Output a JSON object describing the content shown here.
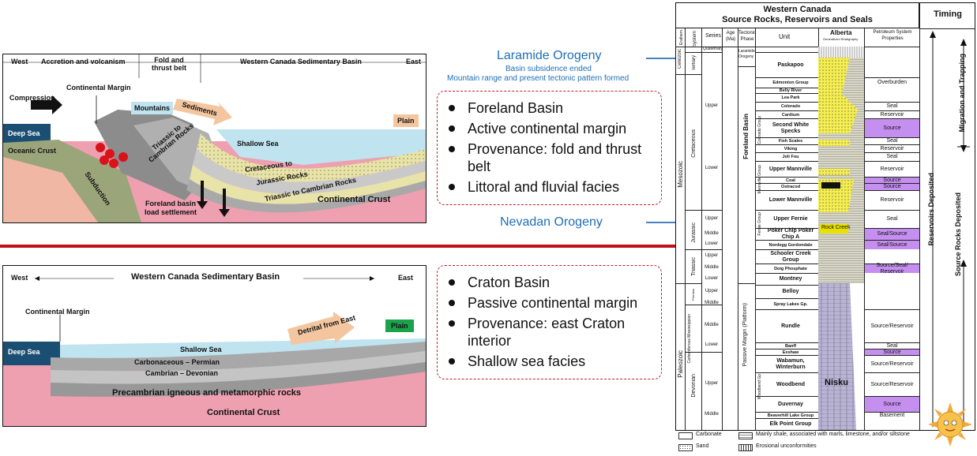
{
  "top_section": {
    "header_west": "West",
    "header_accretion": "Accretion and volcanism",
    "header_fold": "Fold and thrust belt",
    "header_wcsb": "Western Canada Sedimentary Basin",
    "header_east": "East",
    "continental_margin": "Continental Margin",
    "compression": "Compression",
    "mountains": "Mountains",
    "sediments": "Sediments",
    "plain": "Plain",
    "deep_sea": "Deep Sea",
    "oceanic_crust": "Oceanic Crust",
    "subduction": "Subduction",
    "triassic_cambrian_rocks": "Triassic to Cambrian Rocks",
    "shallow_sea": "Shallow Sea",
    "cretaceous": "Cretaceous to",
    "jurassic_rocks": "Jurassic Rocks",
    "triassic_cambrian": "Triassic to Cambrian Rocks",
    "foreland_settlement": "Foreland basin load settlement",
    "continental_crust": "Continental Crust"
  },
  "bottom_section": {
    "header_west": "West",
    "header_wcsb": "Western Canada Sedimentary Basin",
    "header_east": "East",
    "continental_margin": "Continental Margin",
    "detrital": "Detrital from East",
    "plain": "Plain",
    "deep_sea": "Deep Sea",
    "shallow_sea": "Shallow Sea",
    "carbonaceous_permian": "Carbonaceous – Permian",
    "cambrian_devonian": "Cambrian – Devonian",
    "precambrian": "Precambrian igneous and metamorphic rocks",
    "continental_crust": "Continental Crust"
  },
  "laramide": {
    "title": "Laramide Orogeny",
    "line1": "Basin subsidence ended",
    "line2": "Mountain range and present tectonic pattern formed"
  },
  "nevadan": {
    "title": "Nevadan Orogeny"
  },
  "foreland_bullets": [
    "Foreland Basin",
    "Active continental margin",
    "Provenance: fold and thrust belt",
    "Littoral and fluvial facies"
  ],
  "craton_bullets": [
    "Craton Basin",
    "Passive continental margin",
    "Provenance: east Craton interior",
    "Shallow sea facies"
  ],
  "strat_table": {
    "title_line1": "Western Canada",
    "title_line2": "Source Rocks, Reservoirs and Seals",
    "timing": "Timing",
    "col_era": "Erathem",
    "col_system": "System",
    "col_series": "Series",
    "col_age": "Age (Ma)",
    "col_tectonic": "Tectonic Phase",
    "col_unit": "Unit",
    "col_alberta": "Alberta",
    "col_alberta_sub": "Generalized Stratigraphy",
    "col_petroleum": "Petroleum System Properties",
    "eras": [
      "Cenozoic",
      "Mesozoic",
      "Paleozoic"
    ],
    "systems": [
      "Quaternary",
      "Tertiary",
      "Cretaceous",
      "Jurassic",
      "Triassic",
      "Permian",
      "Carboniferous Mississippian",
      "Devonian"
    ],
    "tectonic_laramide": "Laramide Orogeny",
    "tectonic_foreland": "Foreland Basin",
    "tectonic_passive": "Passive Margin (Platform)",
    "groups": [
      "Colorado Group",
      "Mannville Group",
      "Fernie Group",
      "Woodbend Gp"
    ],
    "rock_creek": "Rock Creek",
    "nisku": "Nisku",
    "migration": "Migration and Trapping",
    "reservoirs_deposited": "Reservoirs Deposited",
    "source_rocks_deposited": "Source Rocks Deposited",
    "rows": [
      {
        "series": "",
        "unit": "Paskapoo",
        "prop": ""
      },
      {
        "series": "",
        "unit": "Edmonton Group",
        "prop": "Overburden"
      },
      {
        "series": "",
        "unit": "Belly River",
        "prop": ""
      },
      {
        "series": "",
        "unit": "Lea Park",
        "prop": ""
      },
      {
        "series": "Upper",
        "unit": "Colorado",
        "prop": "Seal"
      },
      {
        "series": "",
        "unit": "Cardium",
        "prop": "Reservoir"
      },
      {
        "series": "",
        "unit": "Second White Specks",
        "prop": "Source"
      },
      {
        "series": "",
        "unit": "Fish Scales",
        "prop": "Seal"
      },
      {
        "series": "",
        "unit": "Viking",
        "prop": "Reservoir"
      },
      {
        "series": "",
        "unit": "Joli Fou",
        "prop": "Seal"
      },
      {
        "series": "Lower",
        "unit": "Upper Mannville",
        "prop": "Reservoir"
      },
      {
        "series": "",
        "unit": "Coal",
        "prop": "Source"
      },
      {
        "series": "",
        "unit": "Ostracod",
        "prop": "Source"
      },
      {
        "series": "",
        "unit": "Lower Mannville",
        "prop": "Reservoir"
      },
      {
        "series": "Upper",
        "unit": "Upper Fernie",
        "prop": "Seal"
      },
      {
        "series": "Middle",
        "unit": "Poker Chip Poker Chip A",
        "prop": "Seal/Source"
      },
      {
        "series": "Lower",
        "unit": "Nordegg Gordondale",
        "prop": "Seal/Source"
      },
      {
        "series": "Upper",
        "unit": "Schooler Creek Group",
        "prop": ""
      },
      {
        "series": "Middle",
        "unit": "Doig Phosphate",
        "prop": "Source/Seal/ Reservoir"
      },
      {
        "series": "Lower",
        "unit": "Montney",
        "prop": ""
      },
      {
        "series": "Upper",
        "unit": "Belloy",
        "prop": ""
      },
      {
        "series": "Middle",
        "unit": "Spray Lakes Gp.",
        "prop": ""
      },
      {
        "series": "Middle",
        "unit": "Rundle",
        "prop": "Source/Reservoir"
      },
      {
        "series": "Lower",
        "unit": "Banff",
        "prop": "Seal"
      },
      {
        "series": "",
        "unit": "Exshaw",
        "prop": "Source"
      },
      {
        "series": "",
        "unit": "Wabamun, Winterburn",
        "prop": "Source/Reservoir"
      },
      {
        "series": "Upper",
        "unit": "Woodbend",
        "prop": "Source/Reservoir"
      },
      {
        "series": "",
        "unit": "Duvernay",
        "prop": "Source"
      },
      {
        "series": "Middle",
        "unit": "Beaverhill Lake Group",
        "prop": "Basement"
      },
      {
        "series": "",
        "unit": "Elk Point Group",
        "prop": ""
      }
    ],
    "legend": {
      "carbonate": "Carbonate",
      "shale": "Mainly shale, associated with marls, limestone, and/or siltstone",
      "sand": "Sand",
      "unconformities": "Erosional unconformities"
    }
  }
}
